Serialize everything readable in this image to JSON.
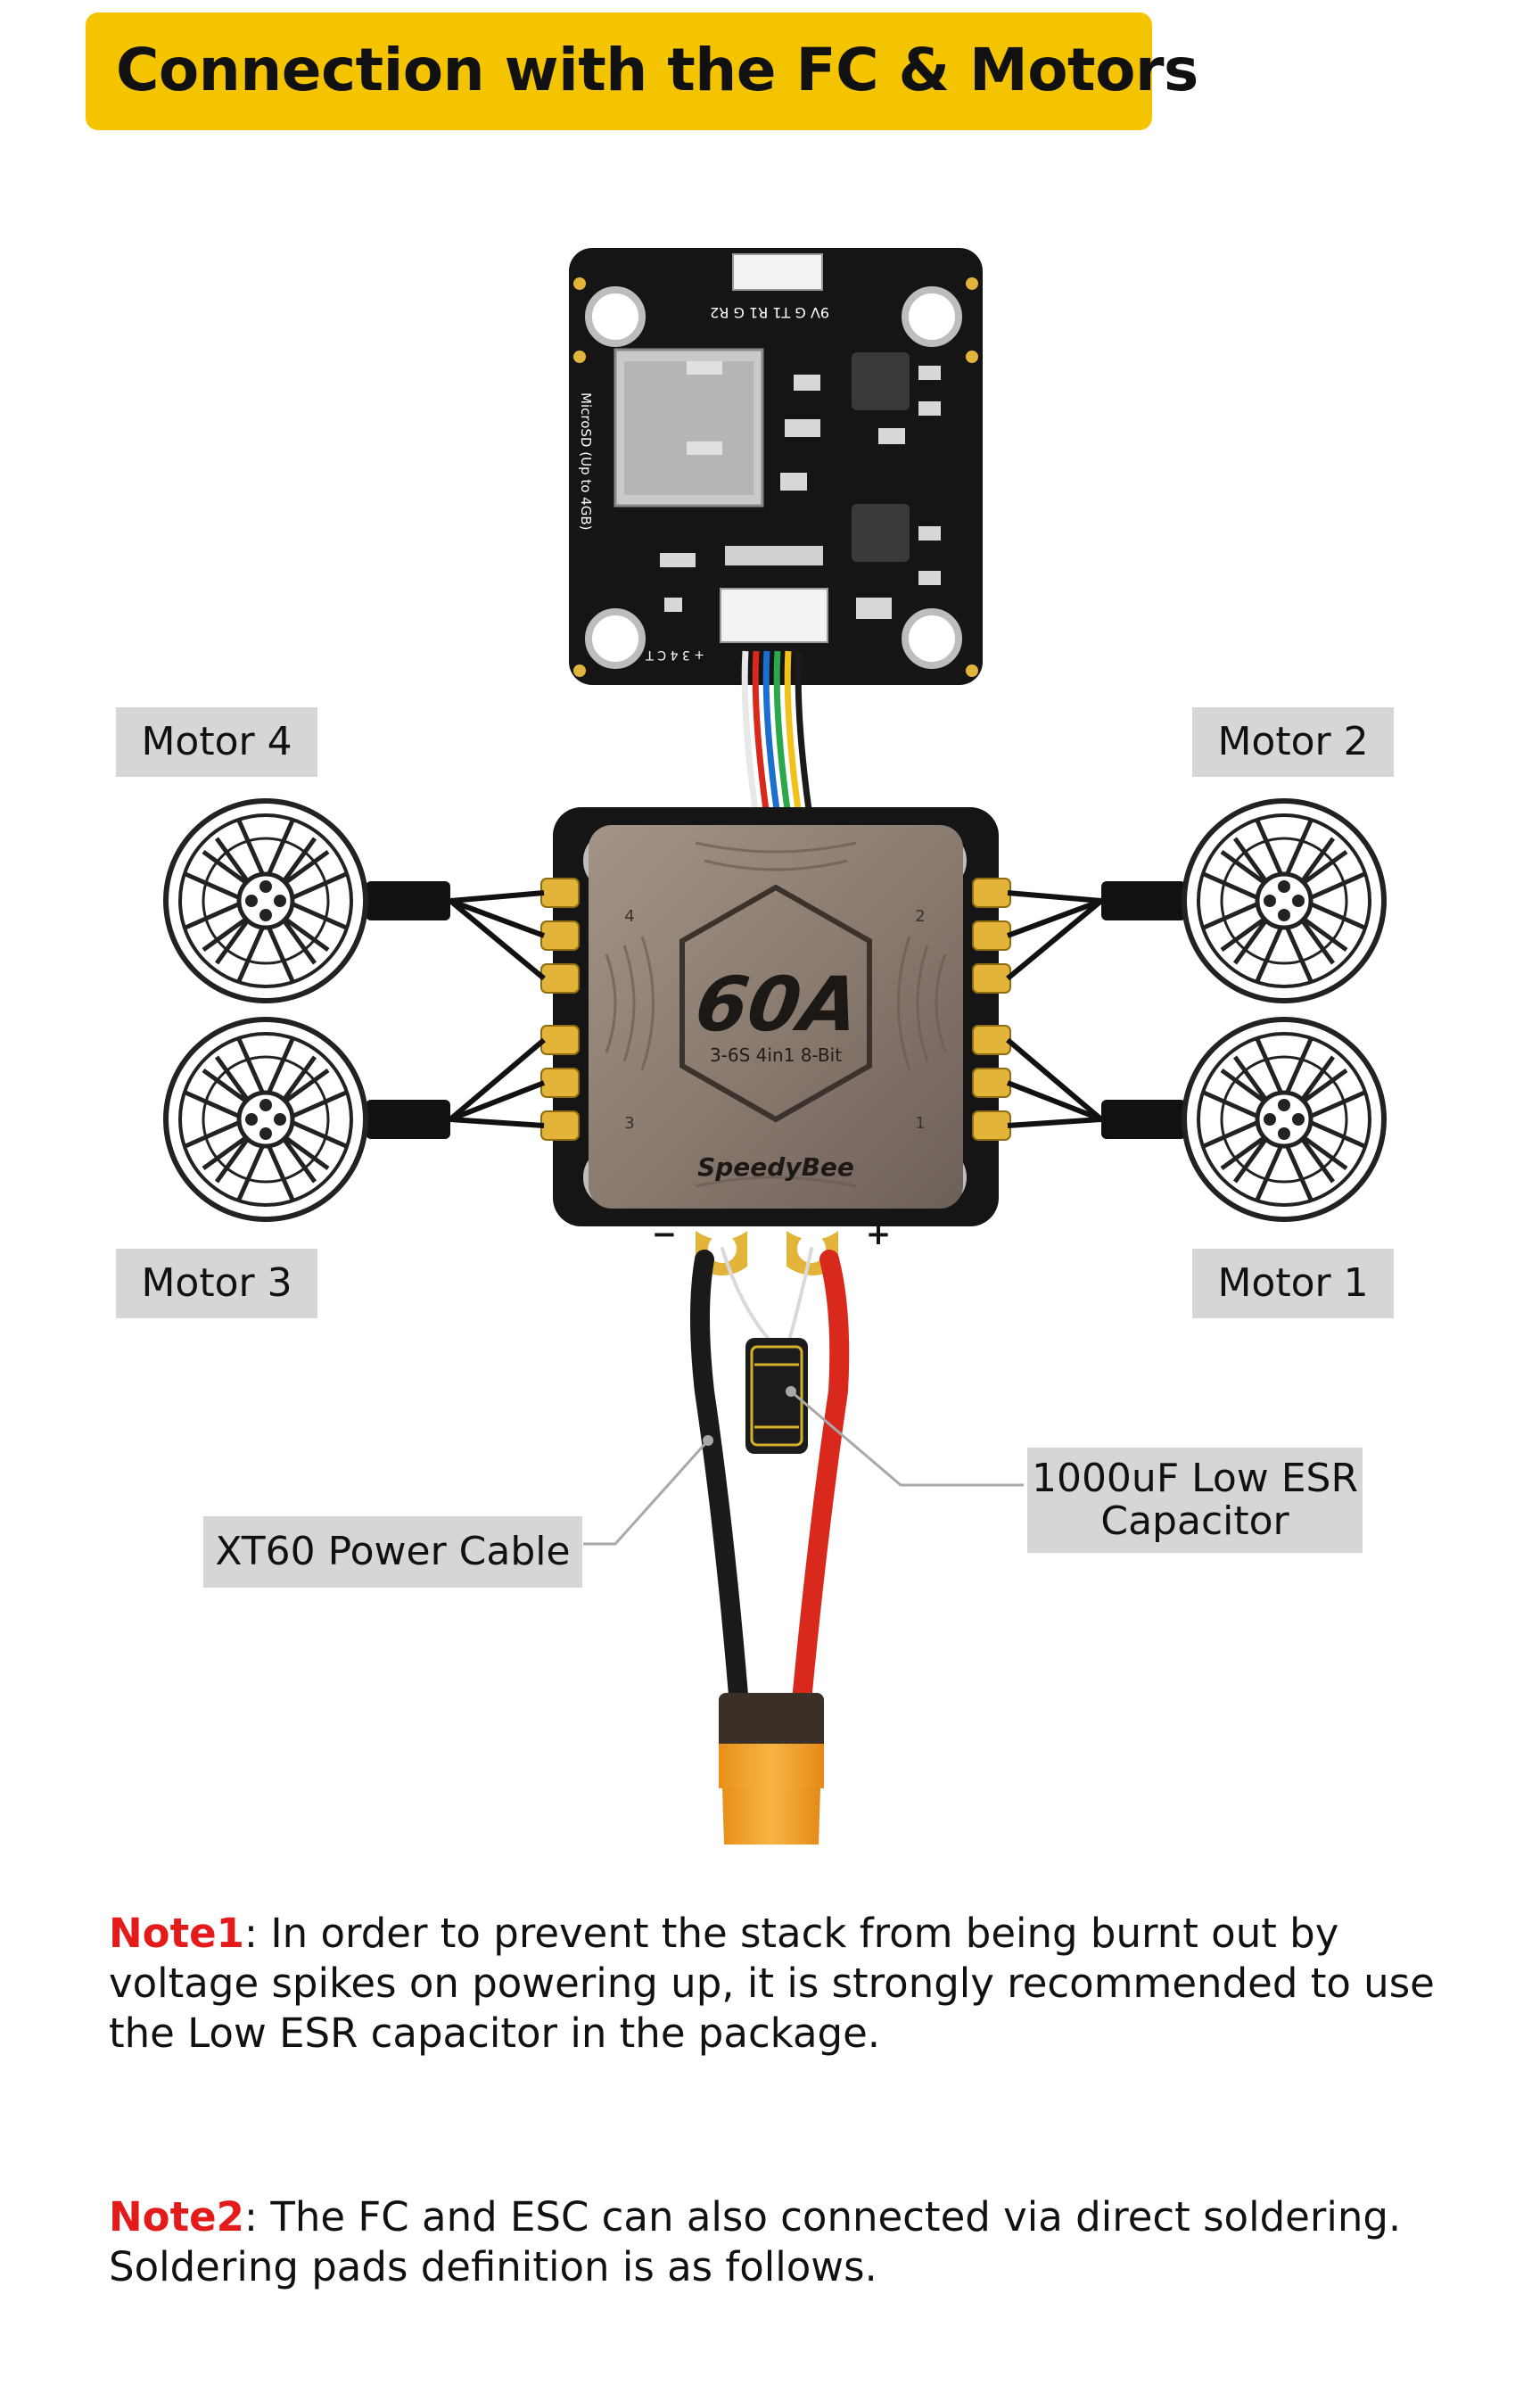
{
  "header": {
    "title": "Connection with the FC & Motors"
  },
  "labels": {
    "motor4": "Motor 4",
    "motor2": "Motor 2",
    "motor3": "Motor 3",
    "motor1": "Motor 1",
    "capacitor_line1": "1000uF Low ESR",
    "capacitor_line2": "Capacitor",
    "power_cable": "XT60 Power Cable"
  },
  "fc_board": {
    "sd_label": "MicroSD (Up to 4GB)",
    "uart_label": "9V G T1 R1 G R2",
    "pad_label": "+ 3 4 C T"
  },
  "esc_board": {
    "rating": "60A",
    "spec": "3-6S 4in1 8-Bit",
    "brand": "SpeedyBee",
    "motor_numbers": [
      "1",
      "2",
      "3",
      "4"
    ],
    "neg_sign": "−",
    "pos_sign": "+"
  },
  "notes": [
    {
      "key": "Note1",
      "text": ": In order to prevent the stack from being burnt out by voltage spikes on powering up, it is strongly recommended to use the Low ESR capacitor in the package."
    },
    {
      "key": "Note2",
      "text": ": The FC and ESC can also connected via direct soldering. Soldering pads definition is as follows."
    }
  ],
  "colors": {
    "banner": "#f5c400",
    "label_bg": "#d6d6d6",
    "note_key": "#e31b1b",
    "pcb": "#151515",
    "esc_plate": "#8c7d72",
    "gold_pad": "#e2b43a",
    "wire_red": "#d9291c",
    "wire_black": "#1a1a1a",
    "connector": "#f4a52a"
  }
}
